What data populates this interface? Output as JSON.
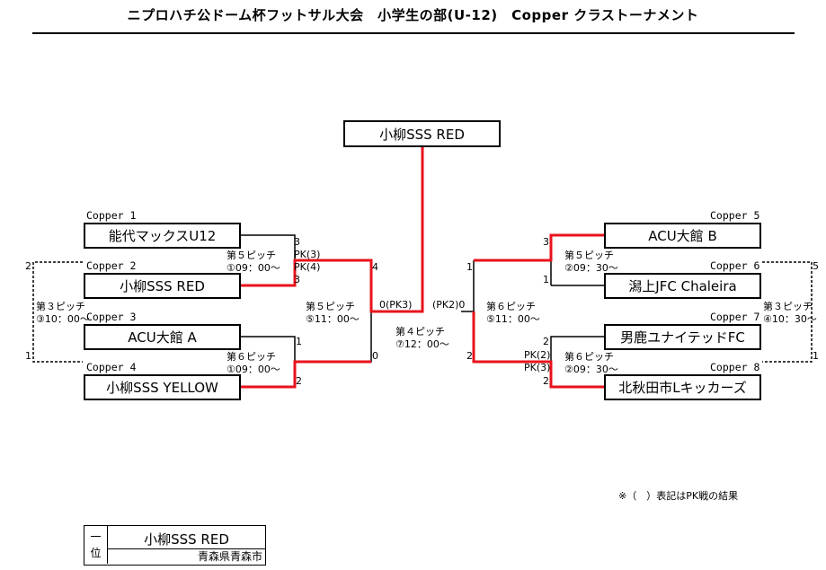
{
  "title": "ニプロハチ公ドーム杯フットサル大会　小学生の部(U-12)　Copper クラストーナメント",
  "champion_box": "小柳SSS RED",
  "teams": {
    "t1": {
      "label": "Copper 1",
      "name": "能代マックスU12"
    },
    "t2": {
      "label": "Copper 2",
      "name": "小柳SSS RED"
    },
    "t3": {
      "label": "Copper 3",
      "name": "ACU大館 A"
    },
    "t4": {
      "label": "Copper 4",
      "name": "小柳SSS YELLOW"
    },
    "t5": {
      "label": "Copper 5",
      "name": "ACU大館 B"
    },
    "t6": {
      "label": "Copper 6",
      "name": "潟上JFC Chaleira"
    },
    "t7": {
      "label": "Copper 7",
      "name": "男鹿ユナイテッドFC"
    },
    "t8": {
      "label": "Copper 8",
      "name": "北秋田市Lキッカーズ"
    }
  },
  "matches": {
    "m12": {
      "pitch": "第５ピッチ",
      "time": "①09：00～",
      "score_top": "3",
      "pk_top": "PK(3)",
      "pk_bottom": "PK(4)",
      "score_bottom": "3"
    },
    "m34": {
      "pitch": "第６ピッチ",
      "time": "①09：00～",
      "score_top": "1",
      "score_bottom": "2"
    },
    "m56": {
      "pitch": "第５ピッチ",
      "time": "②09：30～",
      "score_top": "3",
      "score_bottom": "1"
    },
    "m78": {
      "pitch": "第６ピッチ",
      "time": "②09：30～",
      "score_top": "2",
      "pk_top": "PK(2)",
      "pk_bottom": "PK(3)",
      "score_bottom": "2"
    },
    "semi_left": {
      "pitch": "第５ピッチ",
      "time": "⑤11：00～",
      "score_top": "4",
      "score_bottom": "0"
    },
    "semi_right": {
      "pitch": "第６ピッチ",
      "time": "⑤11：00～",
      "score_top": "1",
      "score_bottom": "2"
    },
    "final": {
      "pitch": "第４ピッチ",
      "time": "⑦12：00～",
      "left": "0(PK3)",
      "right": "(PK2)0"
    },
    "third_left": {
      "pitch": "第３ピッチ",
      "time": "③10：00～",
      "score_top": "2",
      "score_bottom": "1"
    },
    "third_right": {
      "pitch": "第３ピッチ",
      "time": "④10：30～",
      "score_top": "5",
      "score_bottom": "1"
    }
  },
  "note": "※（　）表記はPK戦の結果",
  "result": {
    "rank": "一\n位",
    "rank_top": "一",
    "rank_bottom": "位",
    "name": "小柳SSS RED",
    "city": "青森県青森市"
  },
  "colors": {
    "win_line": "#e8121c",
    "line": "#000000"
  }
}
